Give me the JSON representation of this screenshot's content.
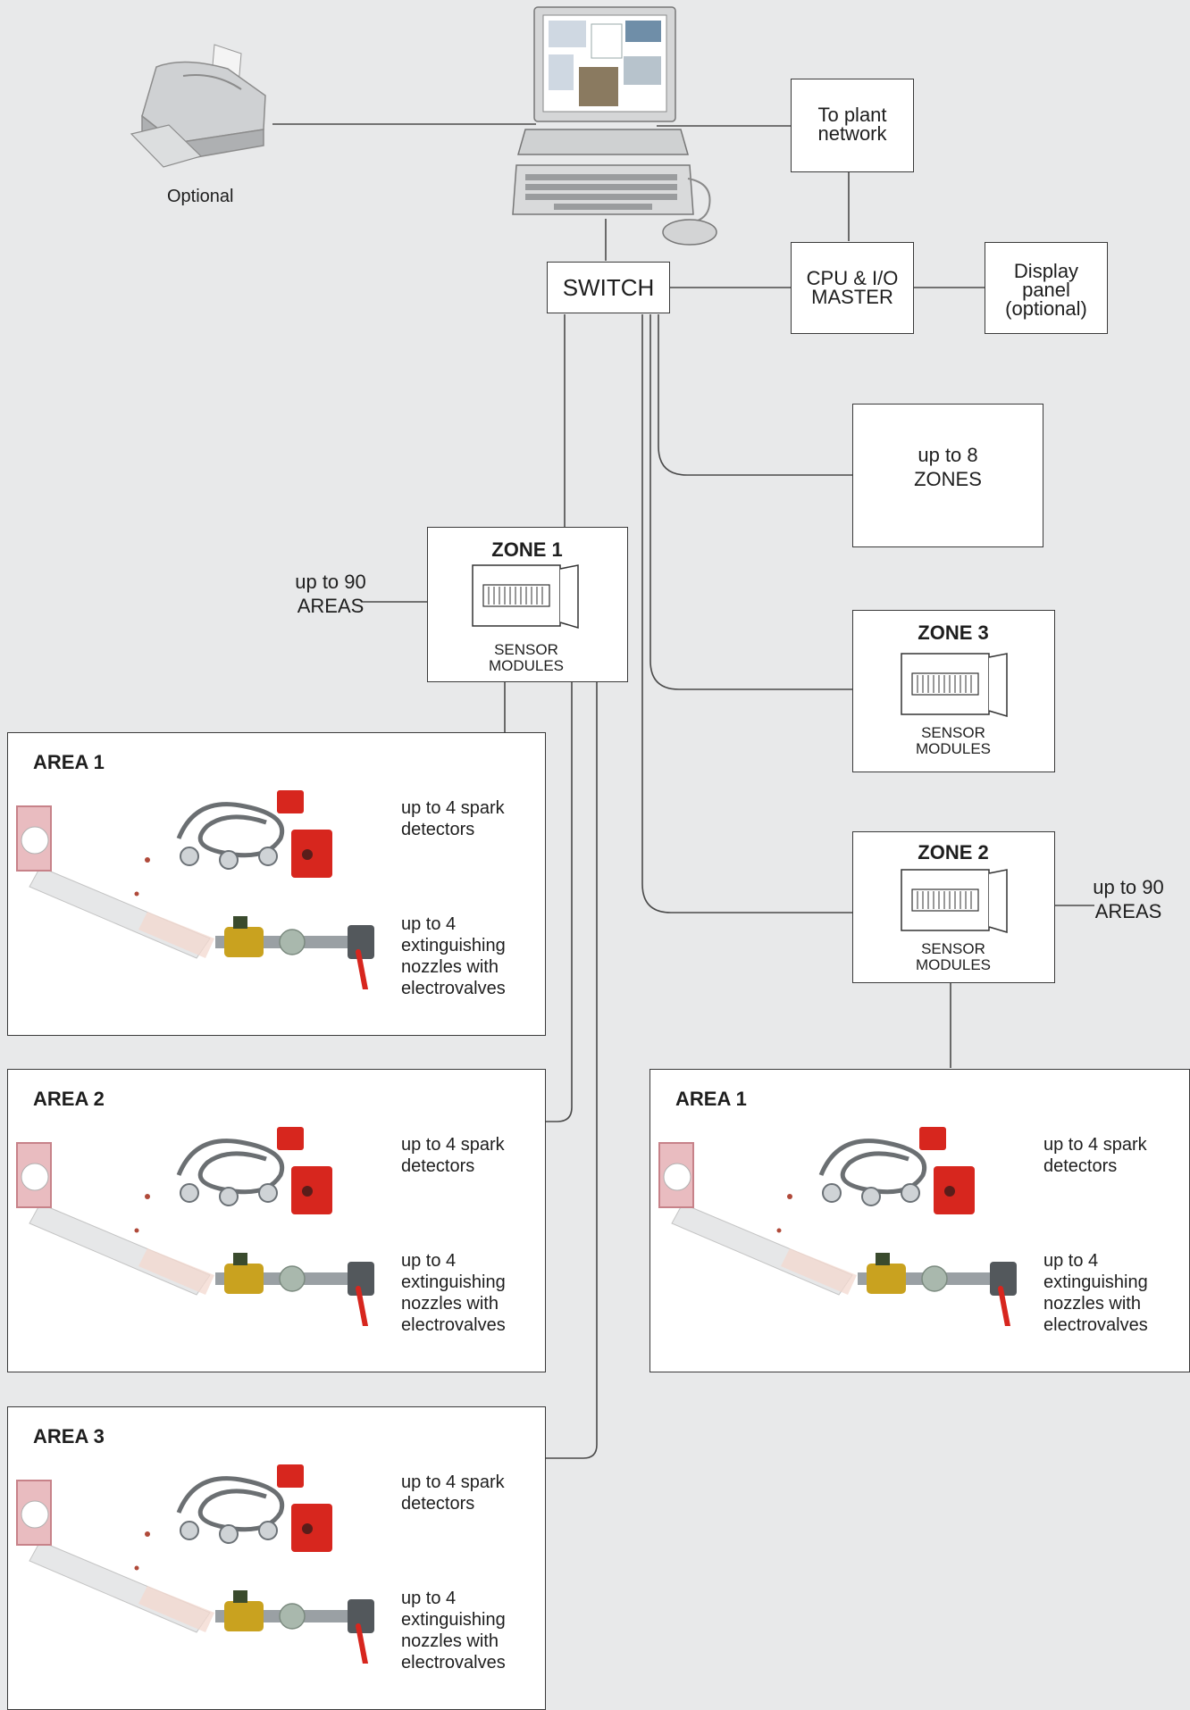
{
  "printer": {
    "caption": "Optional"
  },
  "nodes": {
    "plant_network": "To plant network",
    "switch": "SWITCH",
    "cpu_master": "CPU & I/O MASTER",
    "display_panel": "Display panel (optional)",
    "up_to_8_zones": "up to 8 ZONES"
  },
  "zones": [
    {
      "id": "zone1",
      "title": "ZONE 1",
      "modules_label": "SENSOR MODULES",
      "areas_note": "up to 90 AREAS"
    },
    {
      "id": "zone3",
      "title": "ZONE 3",
      "modules_label": "SENSOR MODULES"
    },
    {
      "id": "zone2",
      "title": "ZONE 2",
      "modules_label": "SENSOR MODULES",
      "areas_note": "up to 90 AREAS"
    }
  ],
  "areas": [
    {
      "title": "AREA 1",
      "detectors": "up to 4 spark detectors",
      "nozzles": "up to 4 extinguishing nozzles with electrovalves"
    },
    {
      "title": "AREA 2",
      "detectors": "up to 4 spark detectors",
      "nozzles": "up to 4 extinguishing nozzles with electrovalves"
    },
    {
      "title": "AREA 3",
      "detectors": "up to 4 spark detectors",
      "nozzles": "up to 4 extinguishing nozzles with electrovalves"
    },
    {
      "title": "AREA 1",
      "detectors": "up to 4 spark detectors",
      "nozzles": "up to 4 extinguishing nozzles with electrovalves"
    }
  ],
  "colors": {
    "background": "#e8e9ea",
    "box_border": "#3a3a3a",
    "wire": "#4a4a4a",
    "detector_red": "#d7261e",
    "valve_brass": "#c9a21f"
  }
}
